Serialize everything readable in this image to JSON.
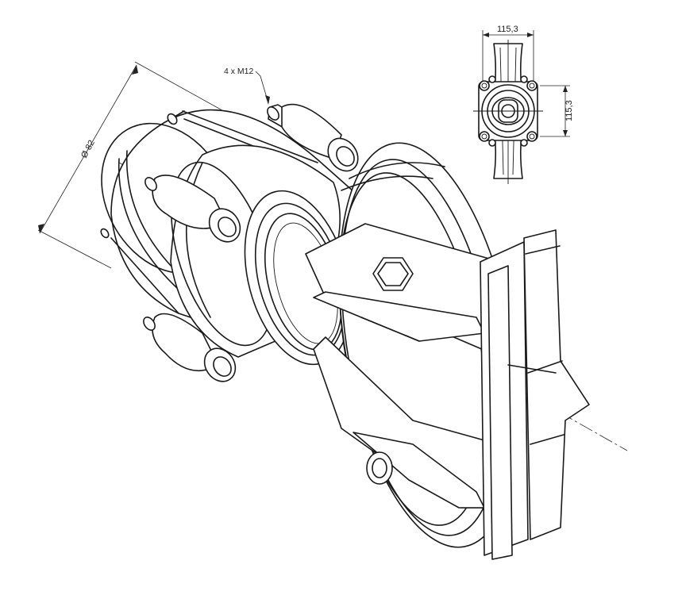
{
  "drawing": {
    "bolt_callout": "4 x M12",
    "diameter_label": "Ø 82",
    "inset_width_label": "115,3",
    "inset_height_label": "115,3"
  }
}
